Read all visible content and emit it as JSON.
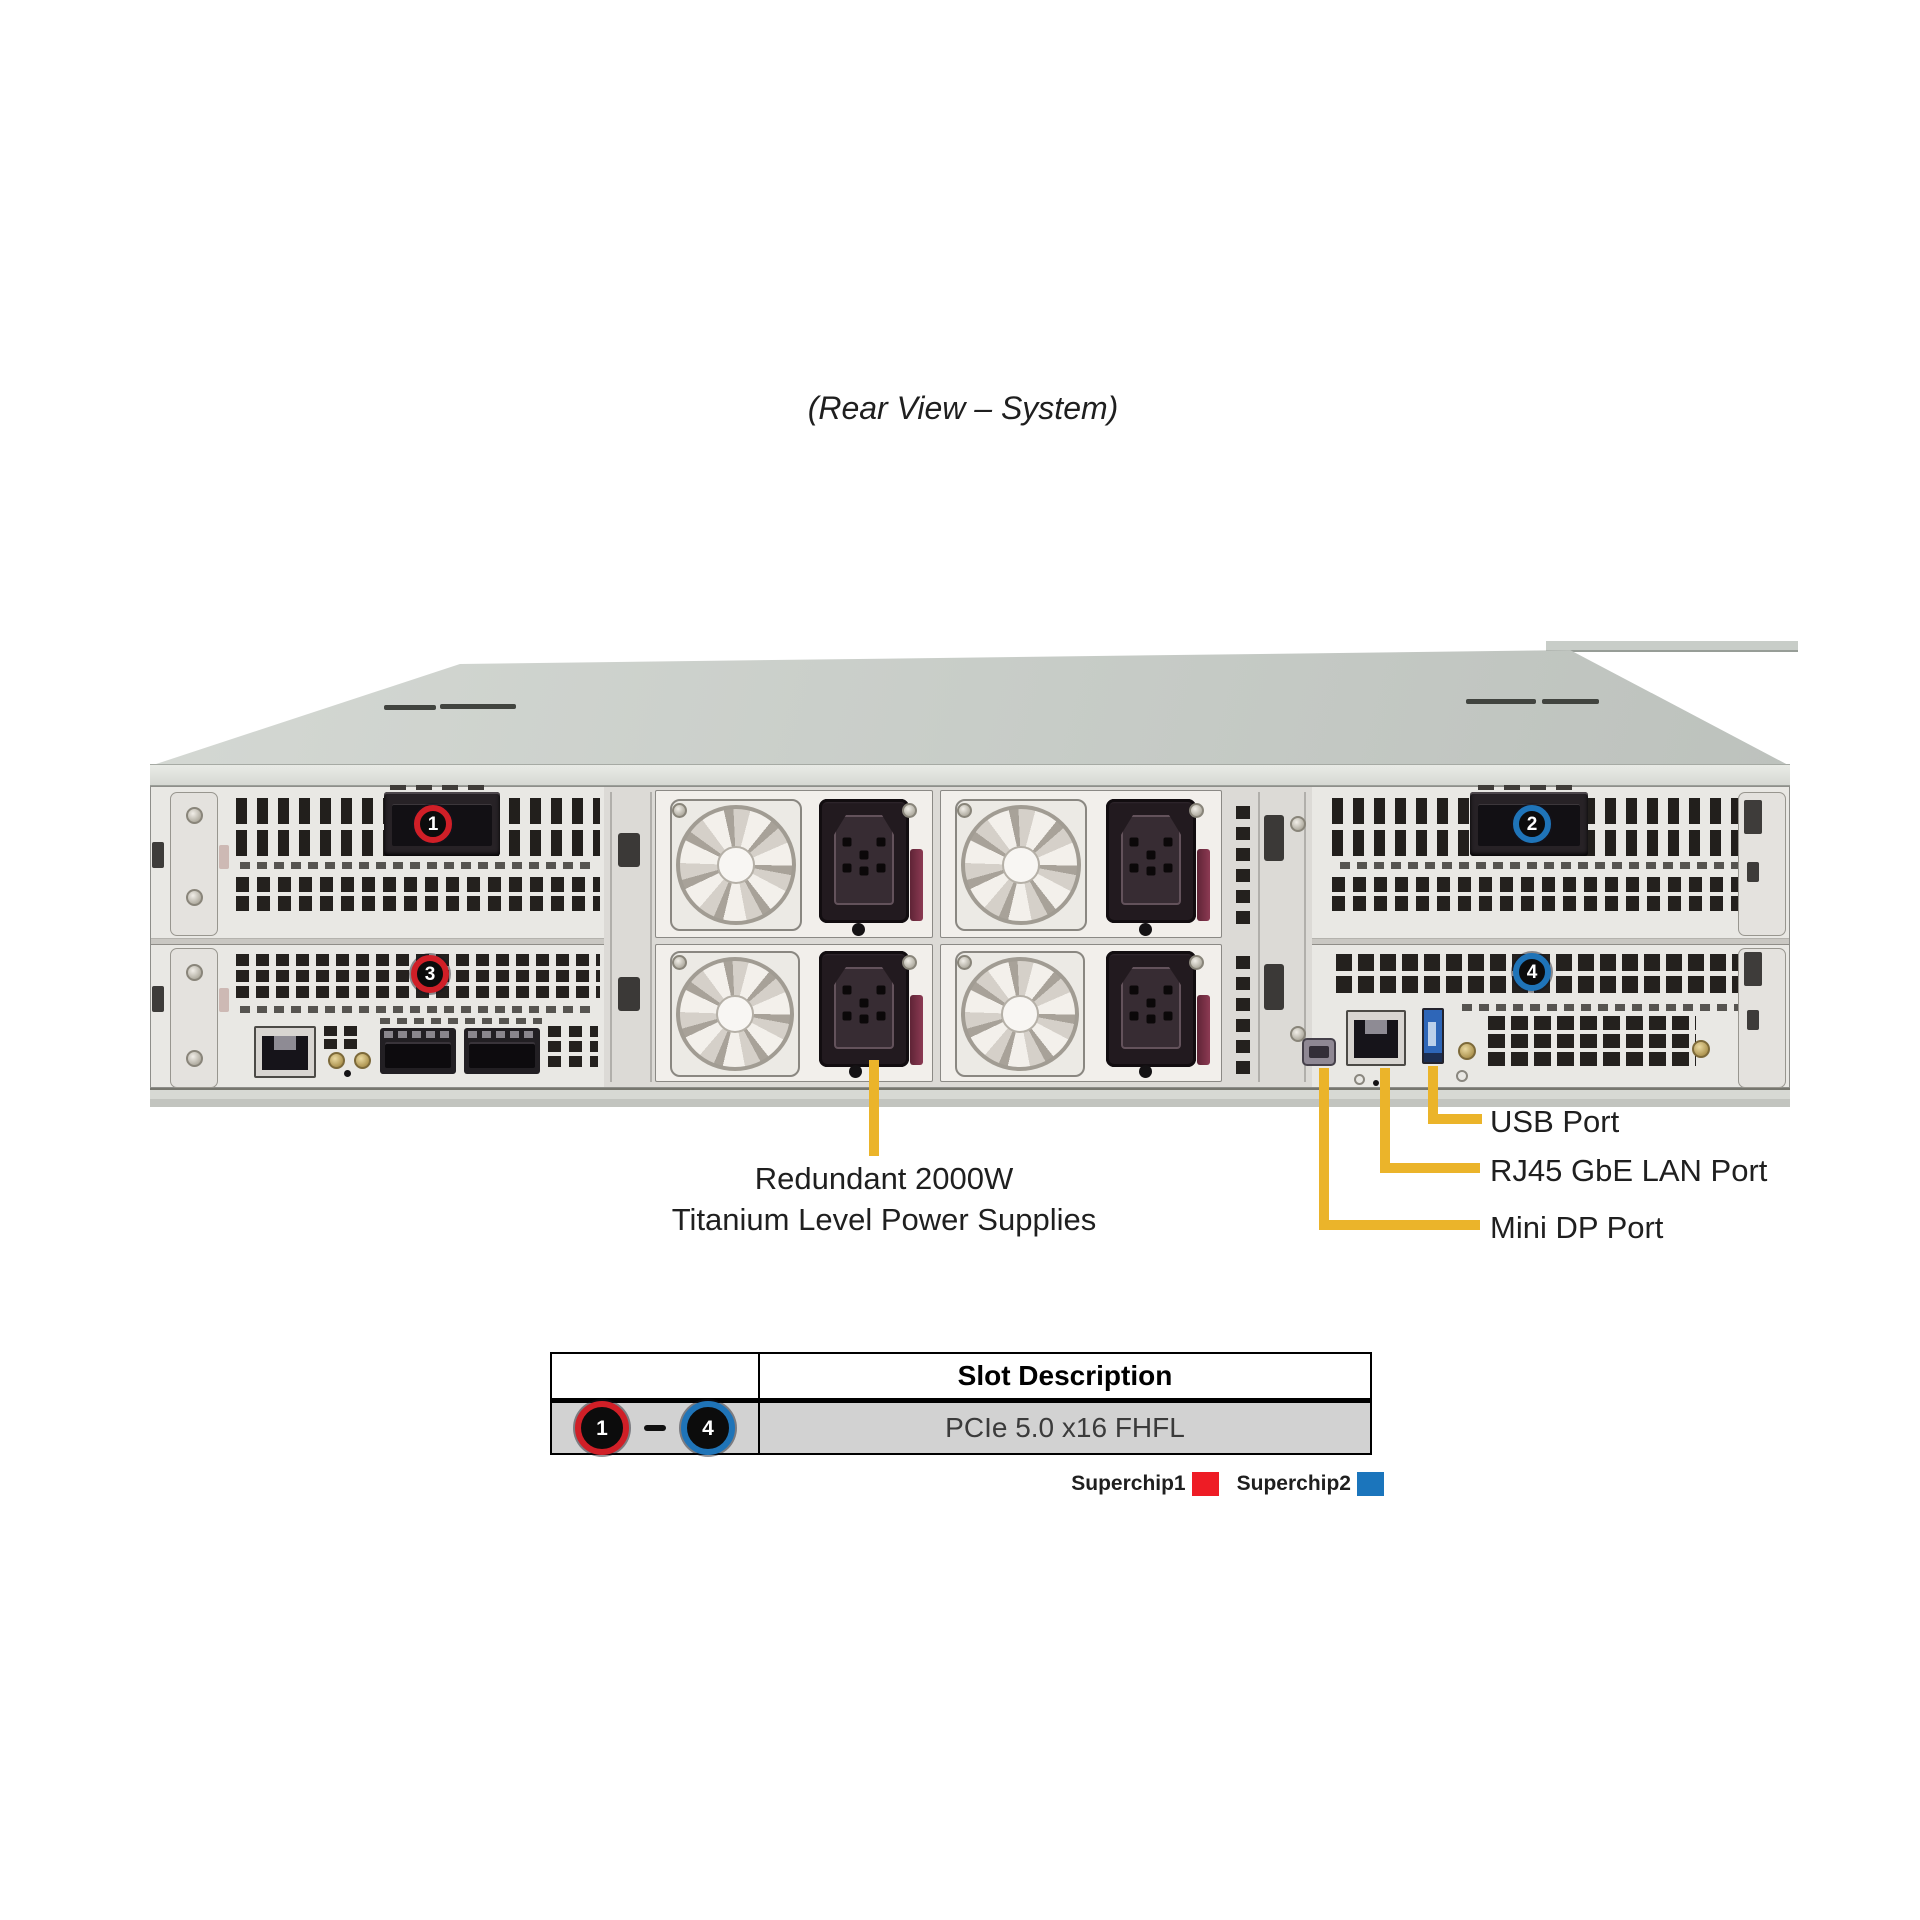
{
  "title": "(Rear View – System)",
  "badges": [
    "1",
    "2",
    "3",
    "4"
  ],
  "callouts": {
    "psu": {
      "line1": "Redundant 2000W",
      "line2": "Titanium Level Power Supplies"
    },
    "usb": "USB Port",
    "lan": "RJ45 GbE LAN Port",
    "minidp": "Mini DP Port"
  },
  "table": {
    "header": "Slot Description",
    "row": {
      "from": "1",
      "to": "4",
      "description": "PCIe 5.0 x16 FHFL"
    }
  },
  "legend": [
    {
      "label": "Superchip1",
      "color": "#EE1C25"
    },
    {
      "label": "Superchip2",
      "color": "#1B75BC"
    }
  ],
  "colors": {
    "callout_yellow": "#EBB42A",
    "slot_red": "#D01F27",
    "slot_blue": "#1F74B8"
  }
}
